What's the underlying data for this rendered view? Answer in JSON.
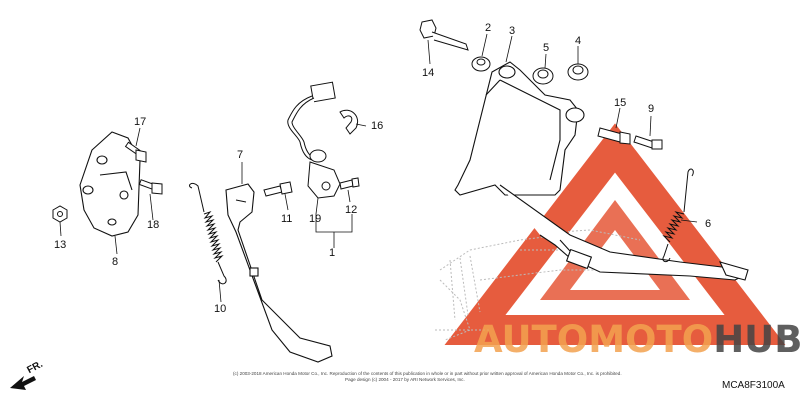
{
  "callouts": [
    "1",
    "2",
    "3",
    "4",
    "5",
    "6",
    "7",
    "8",
    "9",
    "10",
    "11",
    "12",
    "13",
    "14",
    "15",
    "16",
    "17",
    "18",
    "19"
  ],
  "diagram_code": "MCA8F3100A",
  "front_marker": "FR.",
  "watermark": {
    "part1": "AUTO",
    "part2": "MOTO",
    "part3": "HUB",
    "accent": "#e2401c",
    "orange": "#f3a24f"
  },
  "copyright_lines": [
    "(c) 2003-2018 American Honda Motor Co., Inc. Reproduction of the contents of this publication in whole or in part without prior written approval of American Honda Motor Co., Inc. is prohibited.",
    "Page design (c) 2004 - 2017 by ARI Network Services, Inc."
  ]
}
